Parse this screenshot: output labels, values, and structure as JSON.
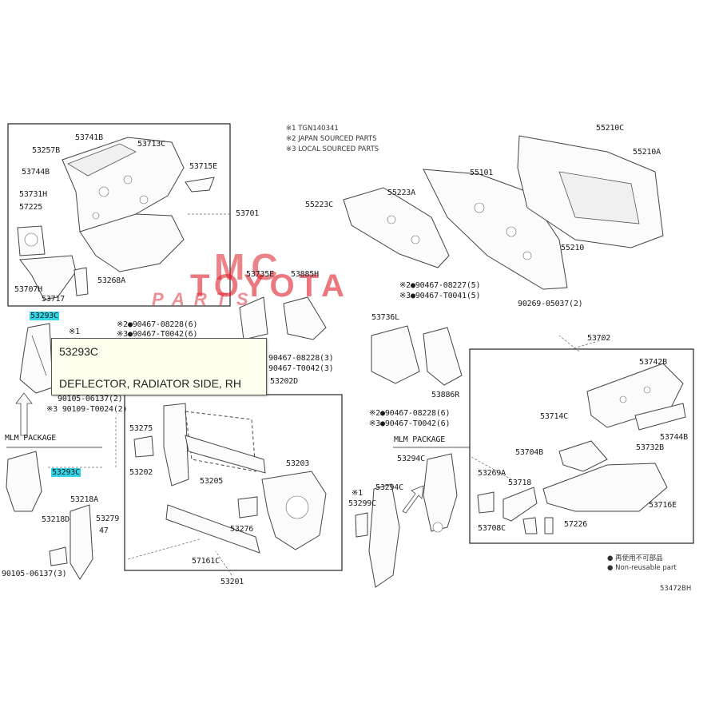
{
  "notes": {
    "n1": "※1 TGN140341",
    "n2": "※2 JAPAN SOURCED PARTS",
    "n3": "※3 LOCAL SOURCED PARTS",
    "legend1": "● 再使用不可部品",
    "legend2": "● Non-reusable part",
    "diagram_code": "53472BH"
  },
  "watermark": {
    "line1": "MC",
    "line2": "TOYOTA",
    "line3": "PARTS"
  },
  "tooltip": {
    "part_number": "53293C",
    "description": "DEFLECTOR, RADIATOR SIDE, RH"
  },
  "labels": {
    "p53741B": "53741B",
    "p53257B": "53257B",
    "p53713C": "53713C",
    "p53744B_a": "53744B",
    "p53715E": "53715E",
    "p53731H": "53731H",
    "p57225": "57225",
    "p53701": "53701",
    "p53707H": "53707H",
    "p53268A": "53268A",
    "p53717": "53717",
    "p53293C_a": "53293C",
    "s1_a": "※1",
    "f1": "※2●90467-08228(6)",
    "f2": "※3●90467-T0042(6)",
    "p53735E": "53735E",
    "p53885H": "53885H",
    "f3": "90467-08228(3)",
    "f4": "90467-T0042(3)",
    "p53202D": "53202D",
    "f5": "90105-06137(2)",
    "f6": "※3 90109-T0024(2)",
    "mlm_a": "MLM PACKAGE",
    "p53293C_b": "53293C",
    "p53275": "53275",
    "p53202": "53202",
    "p53205": "53205",
    "p53203": "53203",
    "p53218A": "53218A",
    "p53218D": "53218D",
    "p53279": "53279",
    "p47": "47",
    "p53276": "53276",
    "p57161C": "57161C",
    "p53201": "53201",
    "f7": "90105-06137(3)",
    "p55223C": "55223C",
    "p55223A": "55223A",
    "p55101": "55101",
    "p55210C": "55210C",
    "p55210A": "55210A",
    "p55210": "55210",
    "f8": "※2●90467-08227(5)",
    "f9": "※3●90467-T0041(5)",
    "f10": "90269-05037(2)",
    "p53736L": "53736L",
    "p53886R": "53886R",
    "f11": "※2●90467-08228(6)",
    "f12": "※3●90467-T0042(6)",
    "mlm_b": "MLM PACKAGE",
    "p53294C_a": "53294C",
    "p53294C_b": "53294C",
    "s1_b": "※1",
    "p53299C": "53299C",
    "p53702": "53702",
    "p53742B": "53742B",
    "p53714C": "53714C",
    "p53744B_b": "53744B",
    "p53704B": "53704B",
    "p53732B": "53732B",
    "p53269A": "53269A",
    "p53718": "53718",
    "p53716E": "53716E",
    "p53708C": "53708C",
    "p57226": "57226"
  }
}
